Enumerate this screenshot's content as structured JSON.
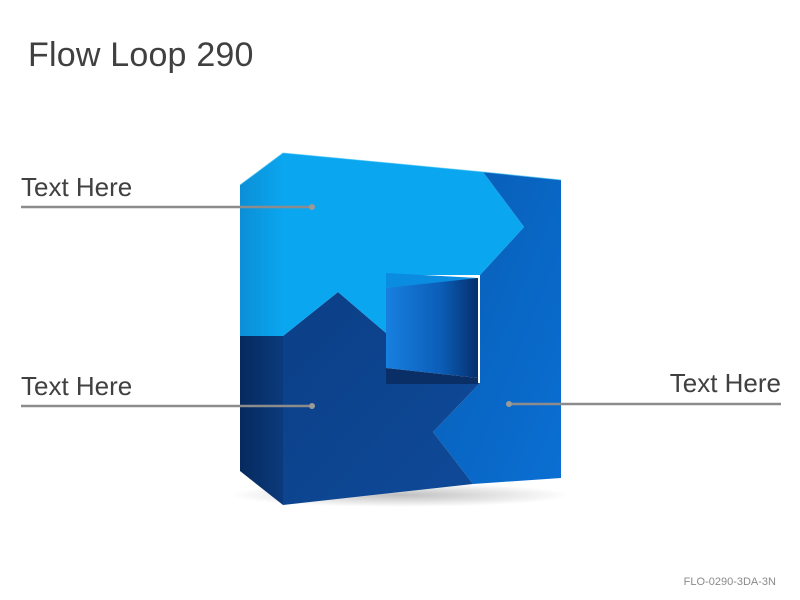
{
  "title": "Flow Loop 290",
  "labels": {
    "top_left": "Text Here",
    "bottom_left": "Text Here",
    "right": "Text Here"
  },
  "footer_code": "FLO-0290-3DA-3N",
  "colors": {
    "light_blue": "#0aa6ef",
    "mid_blue": "#0a66c3",
    "dark_blue": "#0d3e83",
    "connector_gray": "#8c8c8c",
    "text_gray": "#404040"
  }
}
